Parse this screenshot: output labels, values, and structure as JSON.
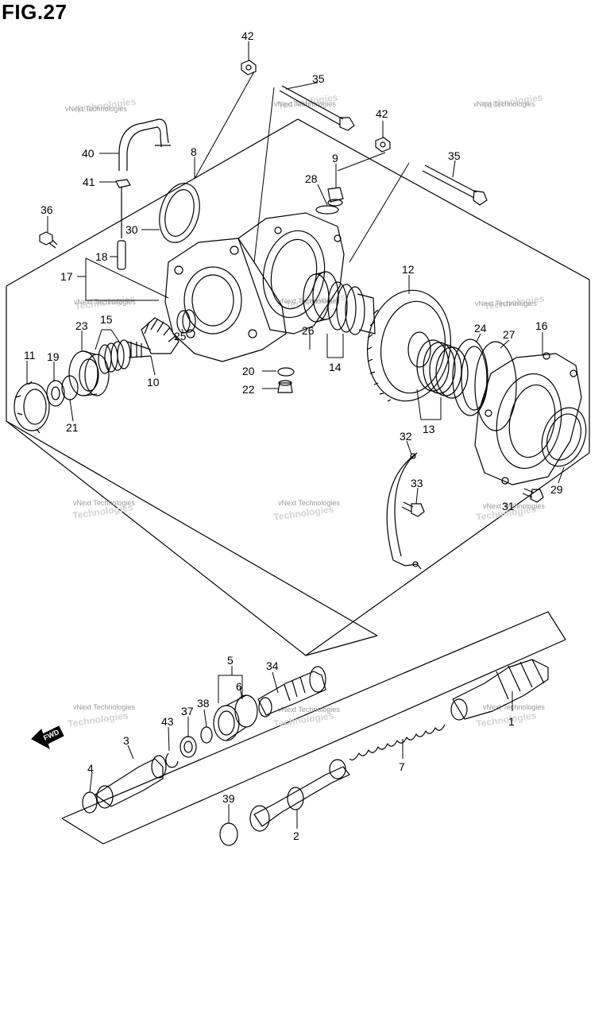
{
  "figure": {
    "title": "FIG.27"
  },
  "watermark": {
    "line1": "vNext Technologies",
    "line2": "Technologies"
  },
  "direction_badge": {
    "label": "FWD"
  },
  "callouts": {
    "p1": "1",
    "p2": "2",
    "p3": "3",
    "p4": "4",
    "p5": "5",
    "p6": "6",
    "p7": "7",
    "p8": "8",
    "p9": "9",
    "p10": "10",
    "p11": "11",
    "p12": "12",
    "p13": "13",
    "p14": "14",
    "p15": "15",
    "p16": "16",
    "p17": "17",
    "p18": "18",
    "p19": "19",
    "p20": "20",
    "p21": "21",
    "p22": "22",
    "p23": "23",
    "p24": "24",
    "p25": "25",
    "p26": "26",
    "p27": "27",
    "p28": "28",
    "p29": "29",
    "p30": "30",
    "p31": "31",
    "p32": "32",
    "p33": "33",
    "p34": "34",
    "p35": "35",
    "p36": "36",
    "p37": "37",
    "p38": "38",
    "p39": "39",
    "p40": "40",
    "p41": "41",
    "p42": "42",
    "p43": "43"
  }
}
